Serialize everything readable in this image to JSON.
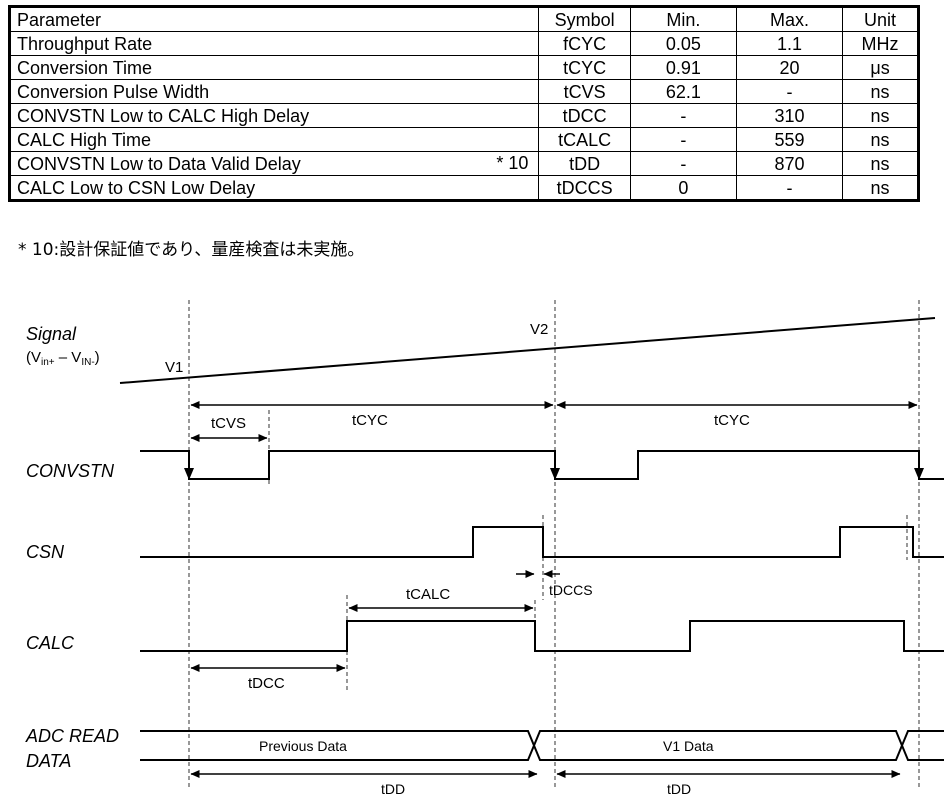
{
  "table": {
    "headers": [
      "Parameter",
      "Symbol",
      "Min.",
      "Max.",
      "Unit"
    ],
    "rows": [
      {
        "parameter": "Throughput Rate",
        "note": "",
        "symbol": "fCYC",
        "min": "0.05",
        "max": "1.1",
        "unit": "MHz"
      },
      {
        "parameter": "Conversion Time",
        "note": "",
        "symbol": "tCYC",
        "min": "0.91",
        "max": "20",
        "unit": "μs"
      },
      {
        "parameter": "Conversion Pulse Width",
        "note": "",
        "symbol": "tCVS",
        "min": "62.1",
        "max": "-",
        "unit": "ns"
      },
      {
        "parameter": "CONVSTN Low to CALC High Delay",
        "note": "",
        "symbol": "tDCC",
        "min": "-",
        "max": "310",
        "unit": "ns"
      },
      {
        "parameter": "CALC High Time",
        "note": "",
        "symbol": "tCALC",
        "min": "-",
        "max": "559",
        "unit": "ns"
      },
      {
        "parameter": "CONVSTN Low to Data Valid Delay",
        "note": "* 10",
        "symbol": "tDD",
        "min": "-",
        "max": "870",
        "unit": "ns"
      },
      {
        "parameter": "CALC Low to CSN Low Delay",
        "note": "",
        "symbol": "tDCCS",
        "min": "0",
        "max": "-",
        "unit": "ns"
      }
    ]
  },
  "footnote": "* 10:設計保証値であり、量産検査は未実施。",
  "diagram": {
    "signal_label": "Signal",
    "signal_sub": {
      "open": "(V",
      "inp": "in+",
      "minus": " – V",
      "inn": "IN-",
      "close": ")"
    },
    "v1": "V1",
    "v2": "V2",
    "tcvs": "tCVS",
    "tcyc_1": "tCYC",
    "tcyc_2": "tCYC",
    "convstn": "CONVSTN",
    "csn": "CSN",
    "tcalc": "tCALC",
    "tdccs": "tDCCS",
    "calc": "CALC",
    "tdcc": "tDCC",
    "adc_read_1": "ADC READ",
    "adc_read_2": "DATA",
    "previous_data": "Previous Data",
    "v1_data": "V1  Data",
    "tdd_1": "tDD",
    "tdd_2": "tDD"
  }
}
